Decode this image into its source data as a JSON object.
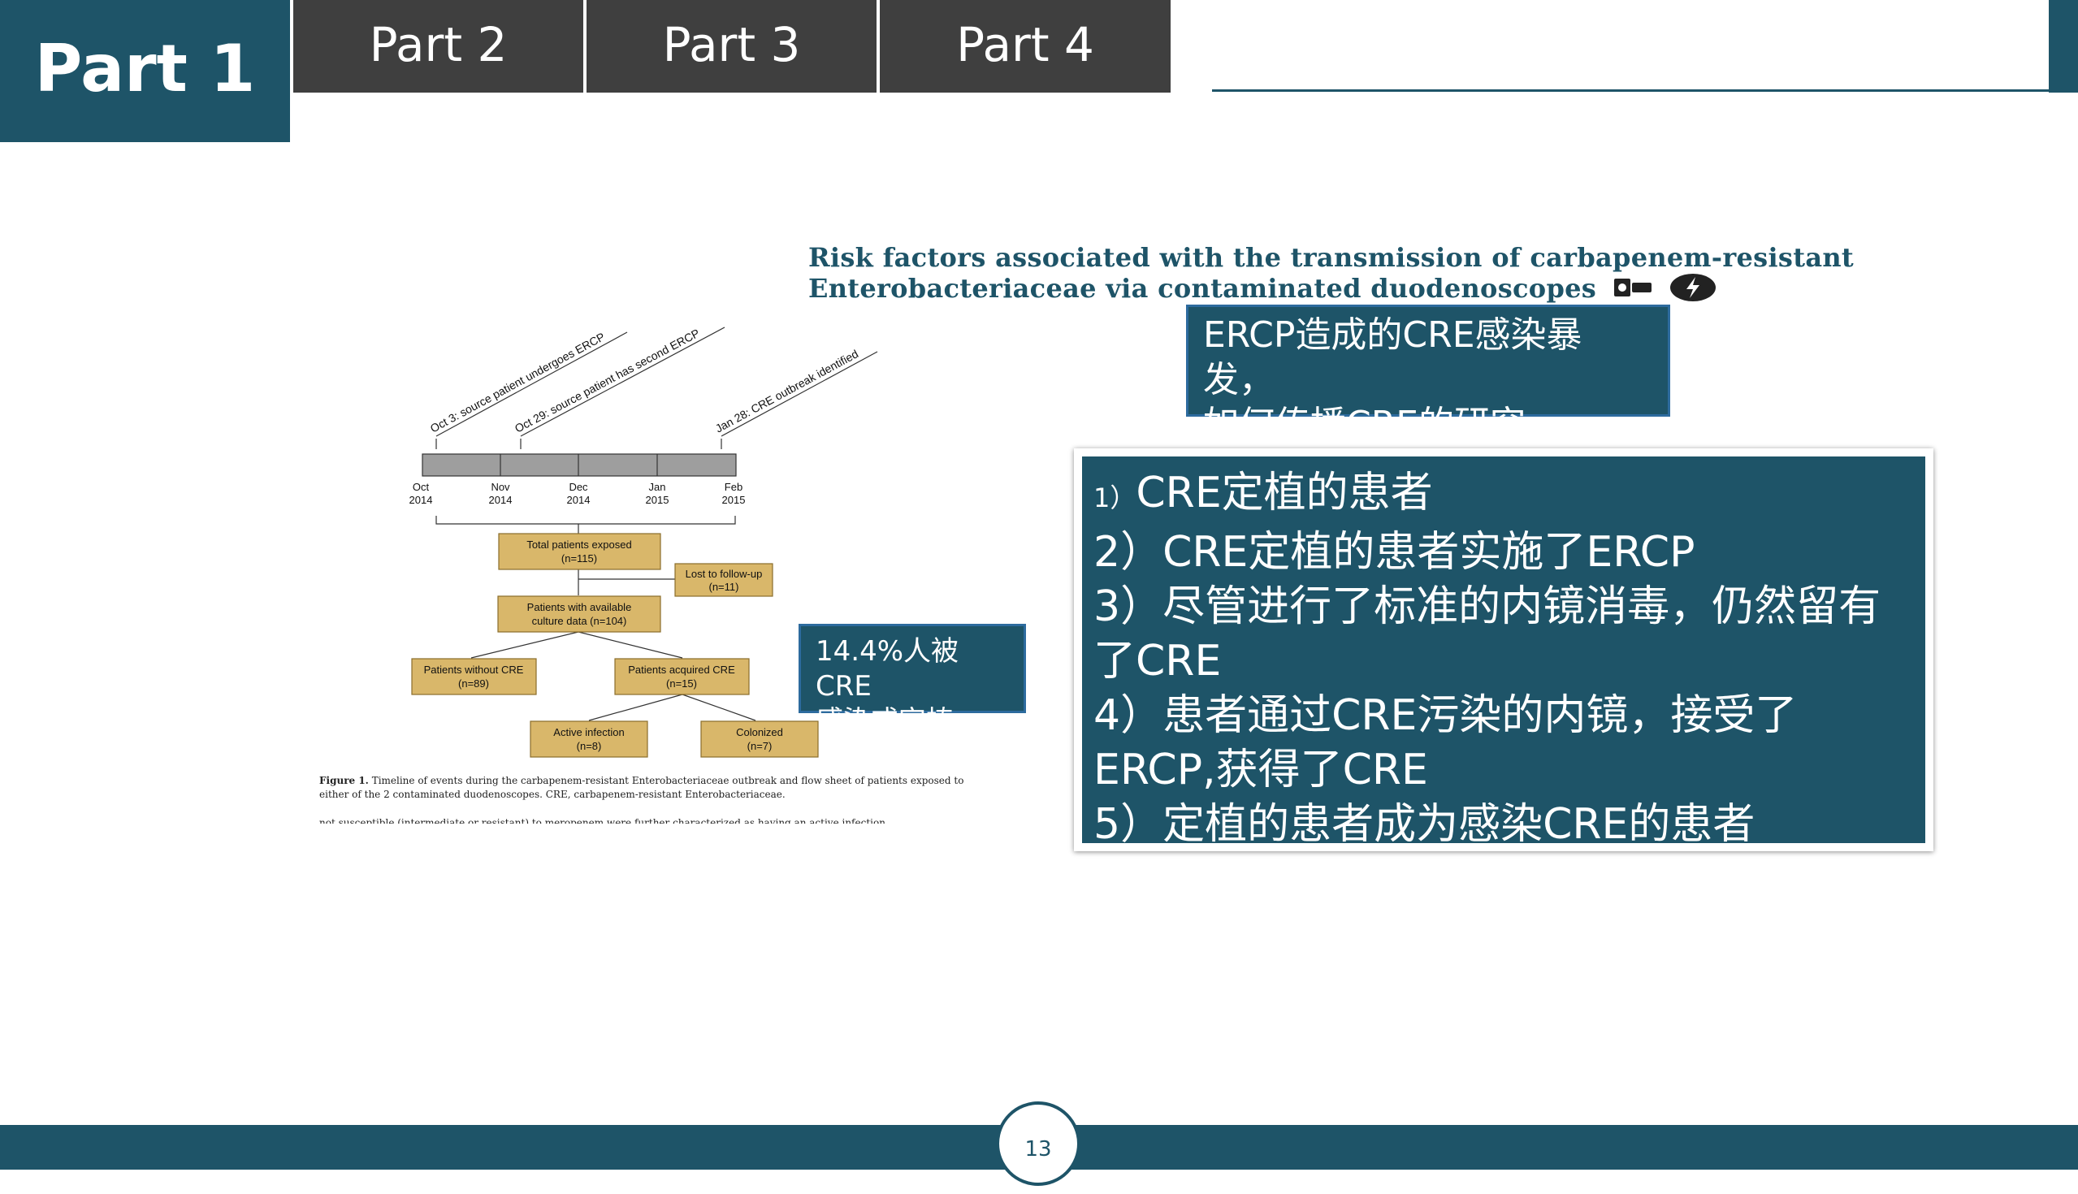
{
  "tabs": [
    {
      "label": "Part 1",
      "active": true
    },
    {
      "label": "Part 2",
      "active": false
    },
    {
      "label": "Part 3",
      "active": false
    },
    {
      "label": "Part 4",
      "active": false
    }
  ],
  "paper": {
    "title_line1": "Risk factors associated with the transmission of carbapenem-resistant",
    "title_line2": "Enterobacteriaceae via contaminated duodenoscopes"
  },
  "ercp_box": {
    "line1": "ERCP造成的CRE感染暴发，",
    "line2": "如何传播CRE的研究"
  },
  "list_box": {
    "item1_num": "1）",
    "item1_text": "CRE定植的患者",
    "item2": "2）CRE定植的患者实施了ERCP",
    "item3": "3）尽管进行了标准的内镜消毒，仍然留有了CRE",
    "item4": "4）患者通过CRE污染的内镜，接受了ERCP,获得了CRE",
    "item5": "5）定植的患者成为感染CRE的患者"
  },
  "stat_box": {
    "line1": "14.4%人被CRE",
    "line2": "感染或定植"
  },
  "figure": {
    "events": [
      "Oct 3: source patient undergoes ERCP",
      "Oct 29: source patient has second ERCP",
      "Jan 28: CRE outbreak identified"
    ],
    "months": [
      {
        "m": "Oct",
        "y": "2014"
      },
      {
        "m": "Nov",
        "y": "2014"
      },
      {
        "m": "Dec",
        "y": "2014"
      },
      {
        "m": "Jan",
        "y": "2015"
      },
      {
        "m": "Feb",
        "y": "2015"
      }
    ],
    "boxes": {
      "exposed_1": "Total patients exposed",
      "exposed_2": "(n=115)",
      "lost_1": "Lost to follow-up",
      "lost_2": "(n=11)",
      "available_1": "Patients with available",
      "available_2": "culture data (n=104)",
      "without_1": "Patients without CRE",
      "without_2": "(n=89)",
      "acquired_1": "Patients acquired CRE",
      "acquired_2": "(n=15)",
      "active_1": "Active infection",
      "active_2": "(n=8)",
      "colonized_1": "Colonized",
      "colonized_2": "(n=7)"
    },
    "caption_label": "Figure 1.",
    "caption_text": "Timeline of events during the carbapenem-resistant Enterobacteriaceae outbreak and flow sheet of patients exposed to either of the 2 contaminated duodenoscopes. CRE, carbapenem-resistant Enterobacteriaceae.",
    "cut_text": "not susceptible (intermediate or resistant) to meropenem    were further characterized as having an active infection"
  },
  "page_number": "13",
  "colors": {
    "primary": "#1e5468",
    "tab_inactive": "#3f3f3f",
    "flow_box": "#d9b76a"
  }
}
